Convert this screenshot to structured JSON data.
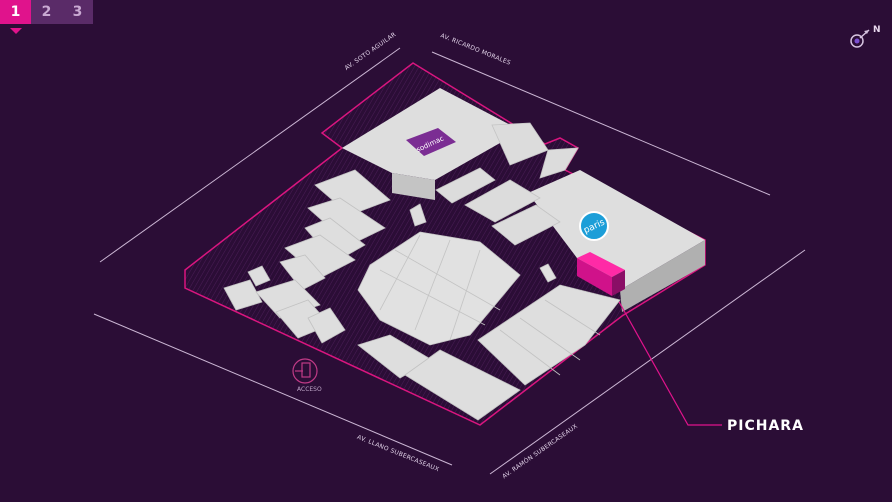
{
  "floors": {
    "tabs": [
      {
        "label": "1",
        "active": true
      },
      {
        "label": "2",
        "active": false
      },
      {
        "label": "3",
        "active": false
      }
    ]
  },
  "compass": {
    "label": "N"
  },
  "streets": {
    "north_west": "AV. SOTO AGUILAR",
    "north_east": "AV. RICARDO MORALES",
    "south_west": "AV. LLANO SUBERCASEAUX",
    "south_east": "AV. RAMÓN SUBERCASEAUX"
  },
  "anchors": {
    "sodimac_logo": "sodimac",
    "paris_logo": "paris"
  },
  "access": {
    "label": "ACCESO"
  },
  "highlight": {
    "store_name": "PICHARA",
    "color": "#e0138c"
  },
  "colors": {
    "background": "#2b0d36",
    "building": "#dedede",
    "building_side": "#b9b9b9",
    "outline": "#d9157f",
    "sodimac": "#7b2d93",
    "paris": "#1c9ed8"
  }
}
